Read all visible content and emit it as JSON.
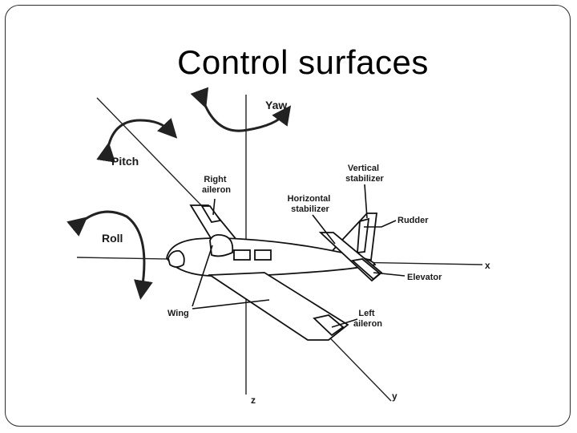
{
  "slide": {
    "title": "Control surfaces"
  },
  "diagram": {
    "axes": {
      "x": "x",
      "y": "y",
      "z": "z"
    },
    "motions": {
      "yaw": "Yaw",
      "pitch": "Pitch",
      "roll": "Roll"
    },
    "labels": {
      "right_aileron": [
        "Right",
        "aileron"
      ],
      "vertical_stabilizer": [
        "Vertical",
        "stabilizer"
      ],
      "horizontal_stabilizer": [
        "Horizontal",
        "stabilizer"
      ],
      "rudder": "Rudder",
      "elevator": "Elevator",
      "wing": "Wing",
      "left_aileron": [
        "Left",
        "aileron"
      ]
    }
  }
}
